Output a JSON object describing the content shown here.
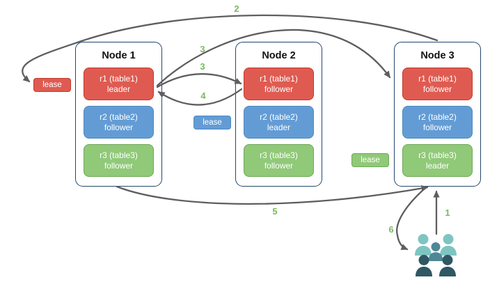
{
  "diagram": {
    "nodes": [
      {
        "title": "Node 1",
        "replicas": [
          {
            "label": "r1 (table1)",
            "role": "leader",
            "color": "red"
          },
          {
            "label": "r2 (table2)",
            "role": "follower",
            "color": "blue"
          },
          {
            "label": "r3 (table3)",
            "role": "follower",
            "color": "green"
          }
        ]
      },
      {
        "title": "Node 2",
        "replicas": [
          {
            "label": "r1 (table1)",
            "role": "follower",
            "color": "red"
          },
          {
            "label": "r2 (table2)",
            "role": "leader",
            "color": "blue"
          },
          {
            "label": "r3 (table3)",
            "role": "follower",
            "color": "green"
          }
        ]
      },
      {
        "title": "Node 3",
        "replicas": [
          {
            "label": "r1 (table1)",
            "role": "follower",
            "color": "red"
          },
          {
            "label": "r2 (table2)",
            "role": "follower",
            "color": "blue"
          },
          {
            "label": "r3 (table3)",
            "role": "leader",
            "color": "green"
          }
        ]
      }
    ],
    "leases": [
      {
        "label": "lease",
        "color": "red"
      },
      {
        "label": "lease",
        "color": "blue"
      },
      {
        "label": "lease",
        "color": "green"
      }
    ],
    "arrow_labels": [
      {
        "step": "2"
      },
      {
        "step": "3"
      },
      {
        "step": "3"
      },
      {
        "step": "4"
      },
      {
        "step": "5"
      },
      {
        "step": "1"
      },
      {
        "step": "6"
      }
    ],
    "colors": {
      "red_fill": "#df5b51",
      "red_border": "#c0392b",
      "blue_fill": "#639cd5",
      "blue_border": "#4d8ac0",
      "green_fill": "#90c978",
      "green_border": "#6fa85a",
      "node_border": "#24466d",
      "arrow": "#5e5e5e",
      "step_label": "#7aba5d",
      "users_light": "#7ec5c1",
      "users_mid": "#4e8796",
      "users_dark": "#2f5864"
    }
  }
}
